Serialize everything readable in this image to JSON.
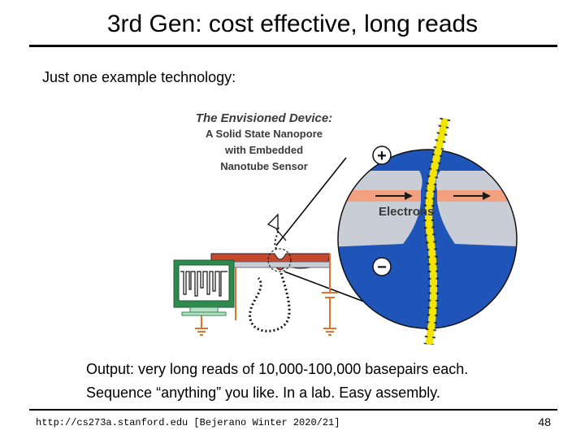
{
  "slide": {
    "title": "3rd Gen: cost effective, long reads",
    "intro": "Just one example technology:",
    "output_line1": "Output: very long reads of 10,000-100,000 basepairs each.",
    "output_line2": "Sequence “anything” you like. In a lab. Easy assembly.",
    "footer": "http://cs273a.stanford.edu [Bejerano Winter 2020/21]",
    "page_number": "48"
  },
  "figure": {
    "caption_line1": "The Envisioned Device:",
    "caption_line2": "A Solid State Nanopore",
    "caption_line3": "with Embedded",
    "caption_line4": "Nanotube Sensor",
    "plus_label": "+",
    "minus_label": "−",
    "electrons_label": "Electrons",
    "colors": {
      "chamber_blue": "#1f55b8",
      "membrane_gray": "#c9ced6",
      "nanotube_orange": "#f2a07f",
      "dna_yellow": "#f2e600",
      "circuit_orange": "#e0742e",
      "device_red": "#c8482e",
      "monitor_green": "#2f8a4f"
    }
  }
}
